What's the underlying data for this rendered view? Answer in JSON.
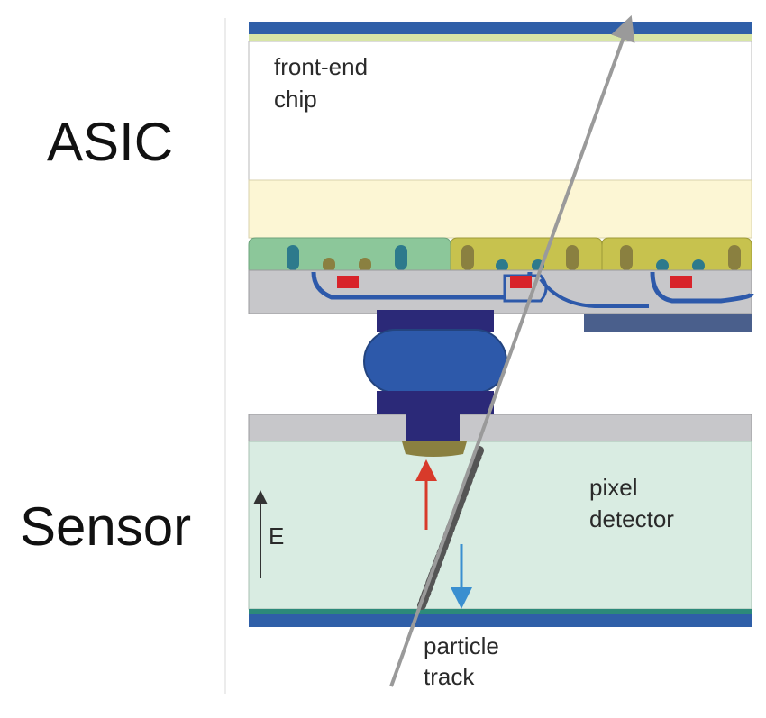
{
  "labels": {
    "asic": "ASIC",
    "sensor": "Sensor",
    "chip_line1": "front-end",
    "chip_line2": "chip",
    "detector_line1": "pixel",
    "detector_line2": "detector",
    "field": "E",
    "track_line1": "particle",
    "track_line2": "track"
  },
  "colors": {
    "metal_blue": "#2f5fa8",
    "chip_bg": "#ffffff",
    "cream": "#fcf6d4",
    "green_well": "#8cc79a",
    "yellow_well": "#c7c24e",
    "grey": "#c7c7ca",
    "bump_dark": "#2b2978",
    "bump_blue": "#2d59aa",
    "sensor_fill": "#d9ece2",
    "red_arrow": "#d83a2a",
    "blue_arrow": "#3a8fd0",
    "track": "#9a9a9a"
  }
}
